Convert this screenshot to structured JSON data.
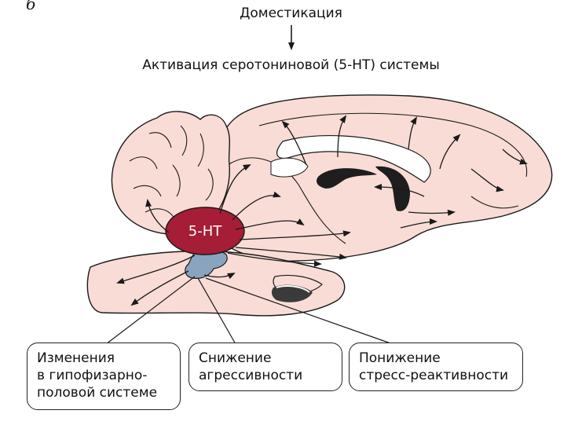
{
  "panel_label": "б",
  "header": {
    "line1": "Доместикация",
    "line2": "Активация серотониновой (5-HT) системы"
  },
  "center_label": "5-HT",
  "boxes": [
    {
      "lines": [
        "Изменения",
        "в гипофизарно-",
        "половой системе"
      ]
    },
    {
      "lines": [
        "Снижение",
        "агрессивности"
      ]
    },
    {
      "lines": [
        "Понижение",
        "стресс-реактивности"
      ]
    }
  ],
  "colors": {
    "brain_fill": "#f9dcd6",
    "outline": "#1a1a1a",
    "nucleus": "#a51d36",
    "hypothalamus": "#8aa3bf",
    "ventricle": "#1e1e1e"
  }
}
